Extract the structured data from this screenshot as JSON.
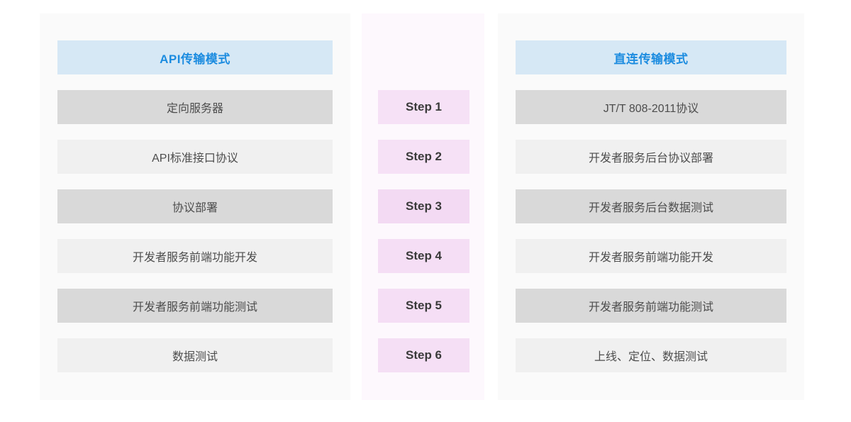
{
  "page": {
    "background": "#ffffff"
  },
  "colors": {
    "panel_bg": "#fafafa",
    "steps_panel_bg": "#fdf8fd",
    "header_bg": "#d6e8f5",
    "header_text": "#1c8ce0",
    "row_dark_bg": "#d9d9d9",
    "row_light_bg": "#f0f0f0",
    "row_text": "#4d4d4d",
    "step_bg": "#f5dff5",
    "step_text": "#3a3a3a"
  },
  "columns": [
    {
      "id": "api-mode",
      "header": "API传输模式",
      "rows": [
        "定向服务器",
        "API标准接口协议",
        "协议部署",
        "开发者服务前端功能开发",
        "开发者服务前端功能测试",
        "数据测试"
      ]
    },
    {
      "id": "direct-mode",
      "header": "直连传输模式",
      "rows": [
        "JT/T 808-2011协议",
        "开发者服务后台协议部署",
        "开发者服务后台数据测试",
        "开发者服务前端功能开发",
        "开发者服务前端功能测试",
        "上线、定位、数据测试"
      ]
    }
  ],
  "steps": [
    "Step 1",
    "Step 2",
    "Step 3",
    "Step 4",
    "Step 5",
    "Step 6"
  ]
}
